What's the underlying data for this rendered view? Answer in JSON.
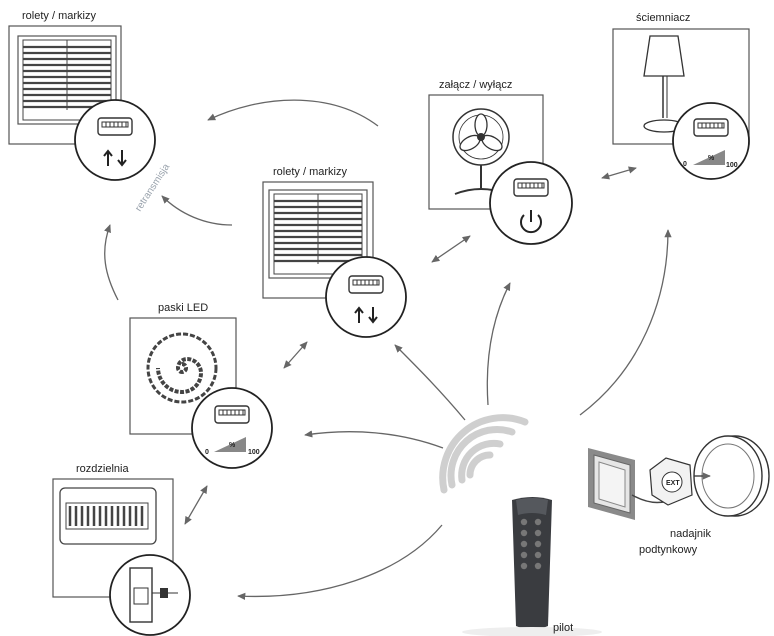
{
  "labels": {
    "blinds_top": "rolety / markizy",
    "dimmer": "ściemniacz",
    "onoff": "załącz / wyłącz",
    "blinds_mid": "rolety / markizy",
    "led": "paski LED",
    "switchboard": "rozdzielnia",
    "transmitter_line1": "nadajnik",
    "transmitter_line2": "podtynkowy",
    "remote": "pilot",
    "retransmission": "retransmisja"
  },
  "dimmer_scale": {
    "min": "0",
    "percent": "%",
    "max": "100"
  },
  "colors": {
    "line": "#555555",
    "arrow": "#666666",
    "wave": "#cfcfcf",
    "remote_body": "#3a3c40"
  },
  "icons": [
    "up-down-arrows-icon",
    "power-icon",
    "fan-icon",
    "lamp-icon",
    "led-spiral-icon"
  ]
}
